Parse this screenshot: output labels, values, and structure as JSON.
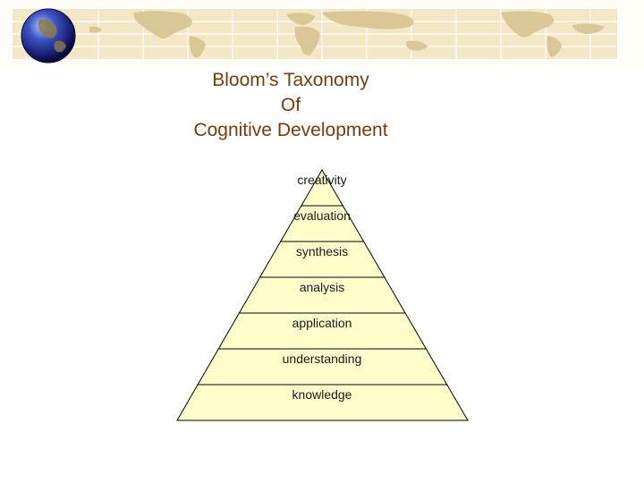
{
  "slide": {
    "title_lines": [
      "Bloom’s Taxonomy",
      "Of",
      "Cognitive Development"
    ],
    "title_color": "#7a3a0a"
  },
  "pyramid": {
    "fill_color": "#ffffcc",
    "stroke_color": "#000000",
    "levels_top_to_bottom": [
      "creativity",
      "evaluation",
      "synthesis",
      "analysis",
      "application",
      "understanding",
      "knowledge"
    ]
  },
  "banner": {
    "background_color": "#f3e7c5",
    "map_color": "#d9c795",
    "icon": "globe-icon"
  }
}
